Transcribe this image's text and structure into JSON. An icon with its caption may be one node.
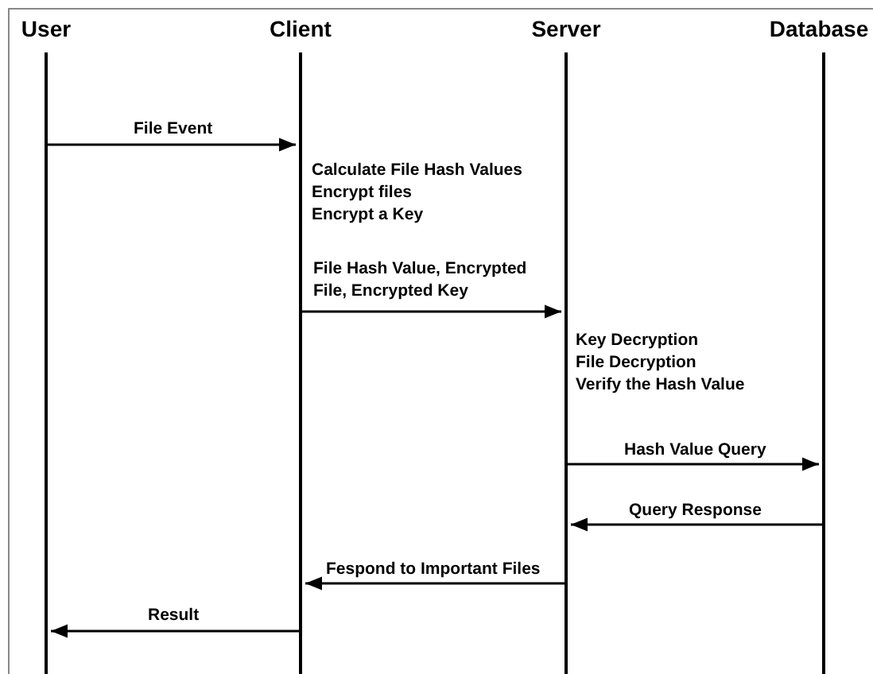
{
  "diagram": {
    "nodes": [
      {
        "text": [
          "User"
        ]
      },
      {
        "text": [
          "Client"
        ],
        "beside": [
          "Calculate File Hash Values",
          "Encrypt files",
          "Encrypt a Key"
        ]
      },
      {
        "text": [
          "Server"
        ],
        "beside": [
          "Key Decryption",
          "File Decryption",
          "Verify the Hash Value"
        ]
      },
      {
        "text": [
          "Database"
        ]
      }
    ],
    "edges": [
      {
        "from": 0,
        "to": 1,
        "arrow": "to",
        "label": "File Event"
      },
      {
        "from": 1,
        "to": 2,
        "arrow": "to",
        "label": "File Hash Value, Encrypted File, Encrypted Key"
      },
      {
        "from": 2,
        "to": 3,
        "arrow": "to",
        "label": "Hash Value Query"
      },
      {
        "from": 3,
        "to": 2,
        "arrow": "to",
        "label": "Query Response"
      },
      {
        "from": 2,
        "to": 1,
        "arrow": "to",
        "label": "Fespond to Important Files"
      },
      {
        "from": 1,
        "to": 0,
        "arrow": "to",
        "label": "Result"
      }
    ]
  }
}
